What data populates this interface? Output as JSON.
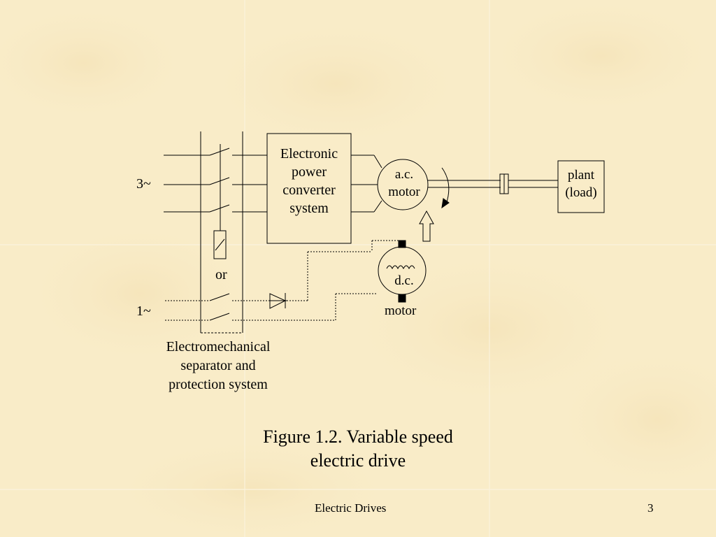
{
  "slide": {
    "footer_title": "Electric Drives",
    "page_number": "3",
    "background_color": "#f9ecc8"
  },
  "diagram": {
    "supply_three_phase": "3~",
    "supply_single_phase": "1~",
    "or_label": "or",
    "converter_lines": [
      "Electronic",
      "power",
      "converter",
      "system"
    ],
    "ac_motor_lines": [
      "a.c.",
      "motor"
    ],
    "plant_lines": [
      "plant",
      "(load)"
    ],
    "dc_label": "d.c.",
    "dc_motor_label": "motor",
    "separator_lines": [
      "Electromechanical",
      "separator and",
      "protection system"
    ]
  },
  "caption_lines": [
    "Figure 1.2. Variable speed",
    "electric drive"
  ]
}
